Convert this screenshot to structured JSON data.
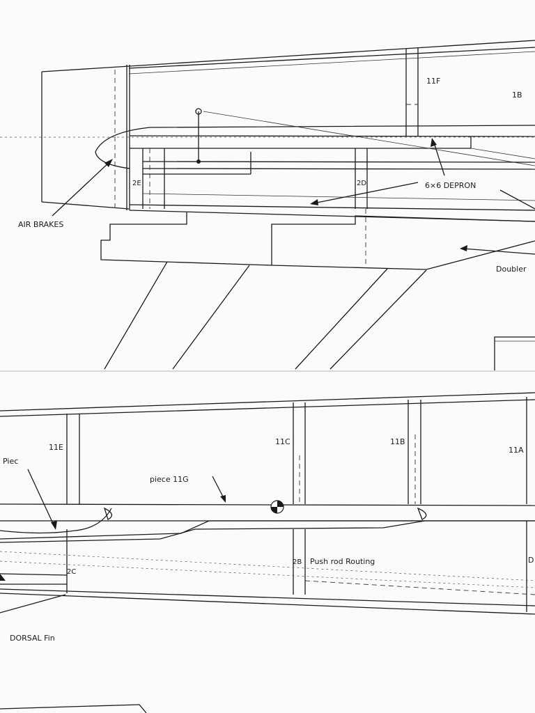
{
  "top_sheet": {
    "former_11F": "11F",
    "former_1B": "1B",
    "former_2E": "2E",
    "former_2D": "2D",
    "air_brakes_label": "AIR BRAKES",
    "depron_label": "6×6 DEPRON",
    "doubler_label": "Doubler"
  },
  "bottom_sheet": {
    "former_11E": "11E",
    "former_11C": "11C",
    "former_11B": "11B",
    "former_11A": "11A",
    "piece_11G_label": "piece 11G",
    "piece_label": "Piec",
    "former_2C": "2C",
    "former_2B": "2B",
    "pushrod_label": "Push rod Routing",
    "former_2D_edge": "D",
    "dorsal_fin_label": "DORSAL Fin"
  }
}
